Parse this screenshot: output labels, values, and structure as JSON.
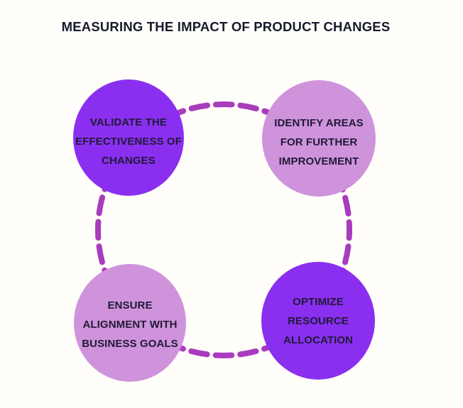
{
  "title": "MEASURING THE IMPACT OF PRODUCT CHANGES",
  "colors": {
    "background": "#fffefa",
    "title_text": "#161b2b",
    "node_text": "#201a36",
    "vivid_purple": "#8a2ff0",
    "light_purple": "#cf93dc",
    "connector": "#a93bbd"
  },
  "diagram": {
    "type": "cycle",
    "connector_style": "dashed-ring",
    "nodes": [
      {
        "id": "validate-effectiveness",
        "position": "top-left",
        "fill": "#8a2ff0",
        "lines": [
          "VALIDATE THE",
          "EFFECTIVENESS OF",
          "CHANGES"
        ]
      },
      {
        "id": "identify-areas",
        "position": "top-right",
        "fill": "#cf93dc",
        "lines": [
          "IDENTIFY AREAS",
          "FOR FURTHER",
          "IMPROVEMENT"
        ]
      },
      {
        "id": "ensure-alignment",
        "position": "bottom-left",
        "fill": "#cf93dc",
        "lines": [
          "ENSURE",
          "ALIGNMENT WITH",
          "BUSINESS GOALS"
        ]
      },
      {
        "id": "optimize-resource",
        "position": "bottom-right",
        "fill": "#8a2ff0",
        "lines": [
          "OPTIMIZE",
          "RESOURCE",
          "ALLOCATION"
        ]
      }
    ]
  }
}
